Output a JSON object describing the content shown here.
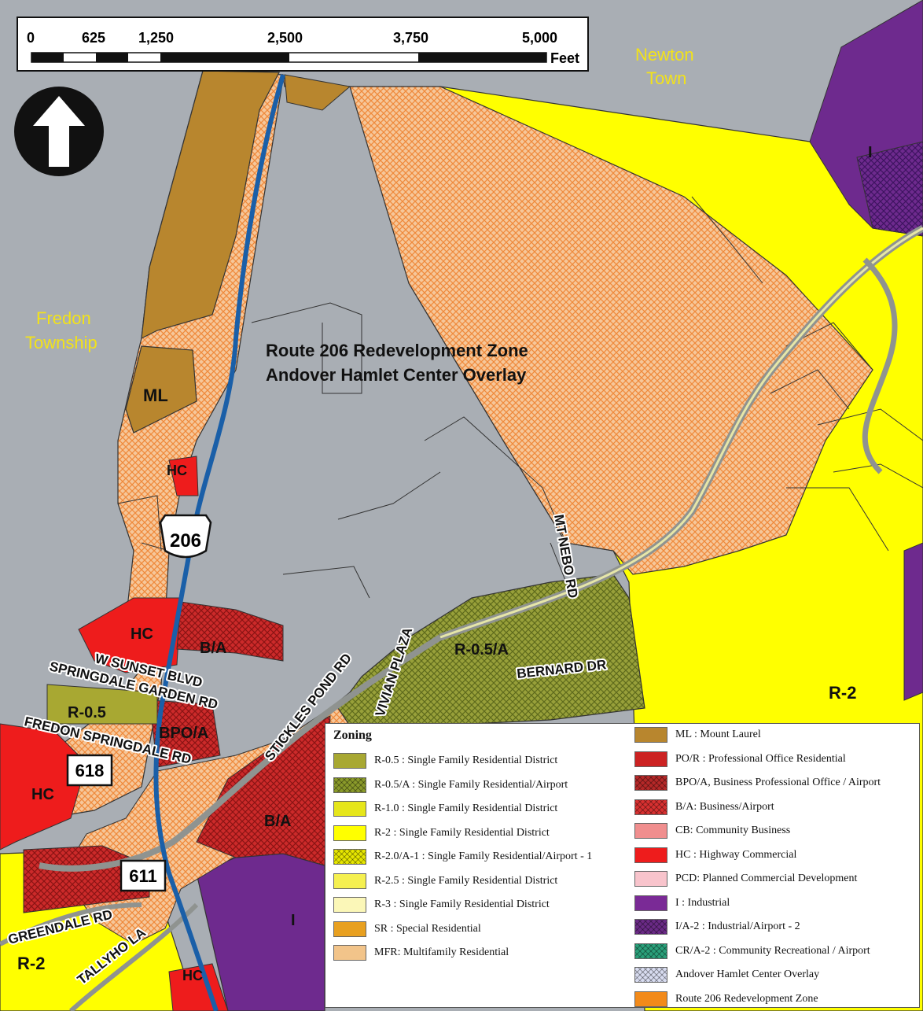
{
  "scale_bar": {
    "ticks": [
      "0",
      "625",
      "1,250",
      "2,500",
      "3,750",
      "5,000"
    ],
    "unit": "Feet"
  },
  "map_title": {
    "line1": "Route 206 Redevelopment Zone",
    "line2": "Andover Hamlet Center Overlay"
  },
  "places": {
    "newton_1": "Newton",
    "newton_2": "Town",
    "fredon_1": "Fredon",
    "fredon_2": "Township"
  },
  "road_labels": {
    "route_206": "206",
    "route_618": "618",
    "route_611": "611",
    "w_sunset": "W SUNSET BLVD",
    "springdale_garden": "SPRINGDALE GARDEN RD",
    "fredon_springdale": "FREDON SPRINGDALE RD",
    "stickles_pond": "STICKLES POND RD",
    "vivian_plaza": "VIVIAN PLAZA",
    "mt_nebo": "MT NEBO RD",
    "bernard": "BERNARD DR",
    "greendale": "GREENDALE RD",
    "tallyho": "TALLYHO LA"
  },
  "zone_labels": {
    "ml": "ML",
    "hc_1": "HC",
    "hc_2": "HC",
    "hc_3": "HC",
    "hc_4": "HC",
    "ba_1": "B/A",
    "ba_2": "B/A",
    "r05a": "R-0.5/A",
    "r05": "R-0.5",
    "bpoa": "BPO/A",
    "r2_1": "R-2",
    "r2_2": "R-2",
    "i_1": "I",
    "i_2": "I"
  },
  "legend": {
    "title": "Zoning",
    "left": [
      {
        "label": "R-0.5 : Single Family Residential District",
        "color": "#a8a832",
        "pattern": "solid"
      },
      {
        "label": "R-0.5/A : Single Family Residential/Airport",
        "color": "#8a9a2a",
        "pattern": "hatch"
      },
      {
        "label": "R-1.0 : Single Family Residential District",
        "color": "#e6e61a",
        "pattern": "solid"
      },
      {
        "label": "R-2 : Single Family Residential District",
        "color": "#ffff00",
        "pattern": "solid"
      },
      {
        "label": "R-2.0/A-1 : Single Family Residential/Airport  - 1",
        "color": "#e6e600",
        "pattern": "hatch"
      },
      {
        "label": "R-2.5 : Single Family Residential District",
        "color": "#f5f050",
        "pattern": "solid"
      },
      {
        "label": "R-3 : Single Family Residential District",
        "color": "#fbf7b8",
        "pattern": "solid"
      },
      {
        "label": "SR : Special Residential",
        "color": "#e8a020",
        "pattern": "solid"
      },
      {
        "label": "MFR: Multifamily Residential",
        "color": "#f2c48a",
        "pattern": "solid"
      }
    ],
    "right": [
      {
        "label": "ML : Mount Laurel",
        "color": "#b8862e",
        "pattern": "solid"
      },
      {
        "label": "PO/R : Professional Office Residential",
        "color": "#cc2222",
        "pattern": "solid"
      },
      {
        "label": "BPO/A, Business Professional Office / Airport",
        "color": "#b52828",
        "pattern": "hatch"
      },
      {
        "label": "B/A: Business/Airport",
        "color": "#d83030",
        "pattern": "hatch"
      },
      {
        "label": "CB: Community Business",
        "color": "#f08e8e",
        "pattern": "solid"
      },
      {
        "label": "HC : Highway Commercial",
        "color": "#ee1c1c",
        "pattern": "solid"
      },
      {
        "label": "PCD: Planned Commercial Development",
        "color": "#f8c4cc",
        "pattern": "solid"
      },
      {
        "label": "I : Industrial",
        "color": "#7a2a96",
        "pattern": "solid"
      },
      {
        "label": "I/A-2 : Industrial/Airport - 2",
        "color": "#6a2a86",
        "pattern": "hatch"
      },
      {
        "label": "CR/A-2 : Community Recreational / Airport",
        "color": "#2aa07a",
        "pattern": "hatch"
      },
      {
        "label": "Andover Hamlet Center Overlay",
        "color": "#d8dcf0",
        "pattern": "hatch"
      },
      {
        "label": "Route 206 Redevelopment Zone",
        "color": "#f28a1a",
        "pattern": "solid"
      }
    ]
  }
}
